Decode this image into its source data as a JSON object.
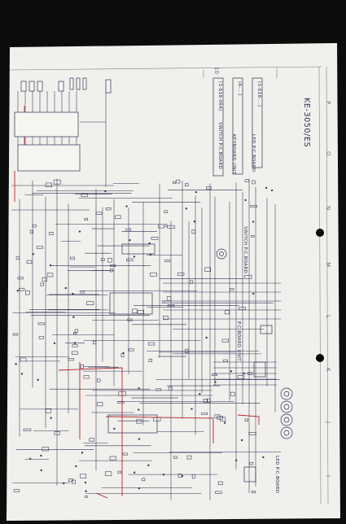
{
  "sheet": {
    "model_title": "KE-3050/ES",
    "column_letters": [
      "P",
      "O",
      "N",
      "M",
      "L",
      "K",
      "J",
      "I"
    ],
    "grid_number": "10"
  },
  "legend": {
    "items": [
      {
        "label": "SWITCH P.C.BOARD",
        "part": "(1-618-064)"
      },
      {
        "label": "KEYBOARD UNIT",
        "part": "(A-...)"
      },
      {
        "label": "LED P.C.BOARD",
        "part": "(1-618-...)"
      }
    ]
  },
  "board_labels": {
    "switch_board": "SWITCH P.C.BOARD",
    "pc_board_unit": "P.C.BOARD UNIT",
    "led_board": "LED P.C.BOARD"
  },
  "colors": {
    "paper": "#f1f0ec",
    "ink": "#2b2d52",
    "red_trace": "#b3242c",
    "background": "#0c0c0c"
  }
}
